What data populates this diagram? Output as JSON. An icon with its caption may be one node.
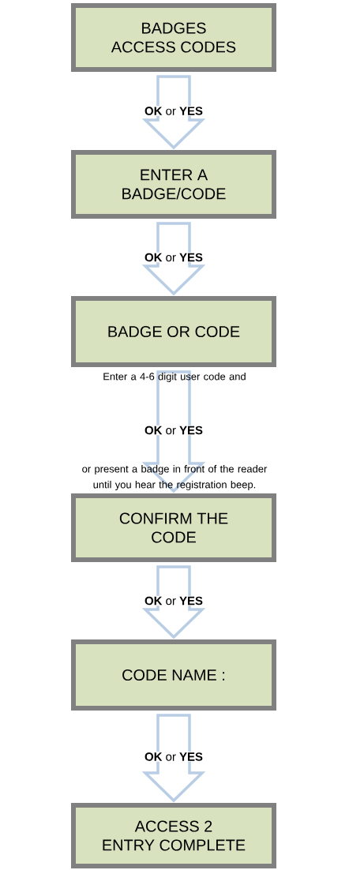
{
  "diagram": {
    "nodes": [
      {
        "text": [
          "BADGES",
          "ACCESS CODES"
        ]
      },
      {
        "text": [
          "ENTER A",
          "BADGE/CODE"
        ]
      },
      {
        "text": [
          "BADGE OR CODE"
        ]
      },
      {
        "text": [
          "CONFIRM THE",
          "CODE"
        ]
      },
      {
        "text": [
          "CODE NAME :"
        ]
      },
      {
        "text": [
          "ACCESS 2",
          "ENTRY COMPLETE"
        ]
      }
    ],
    "edges": [
      {
        "from": 0,
        "to": 1,
        "arrow": "to",
        "label": "**OK** or **YES**"
      },
      {
        "from": 1,
        "to": 2,
        "arrow": "to",
        "label": "**OK** or **YES**"
      },
      {
        "from": 2,
        "to": 3,
        "arrow": "to",
        "label": "**OK** or **YES**"
      },
      {
        "from": 3,
        "to": 4,
        "arrow": "to",
        "label": "**OK** or **YES**"
      },
      {
        "from": 4,
        "to": 5,
        "arrow": "to",
        "label": "**OK** or **YES**"
      }
    ],
    "labels": [
      "Enter a 4-6 digit user code and",
      "or present a badge in front of the reader until you hear the registration beep."
    ]
  }
}
